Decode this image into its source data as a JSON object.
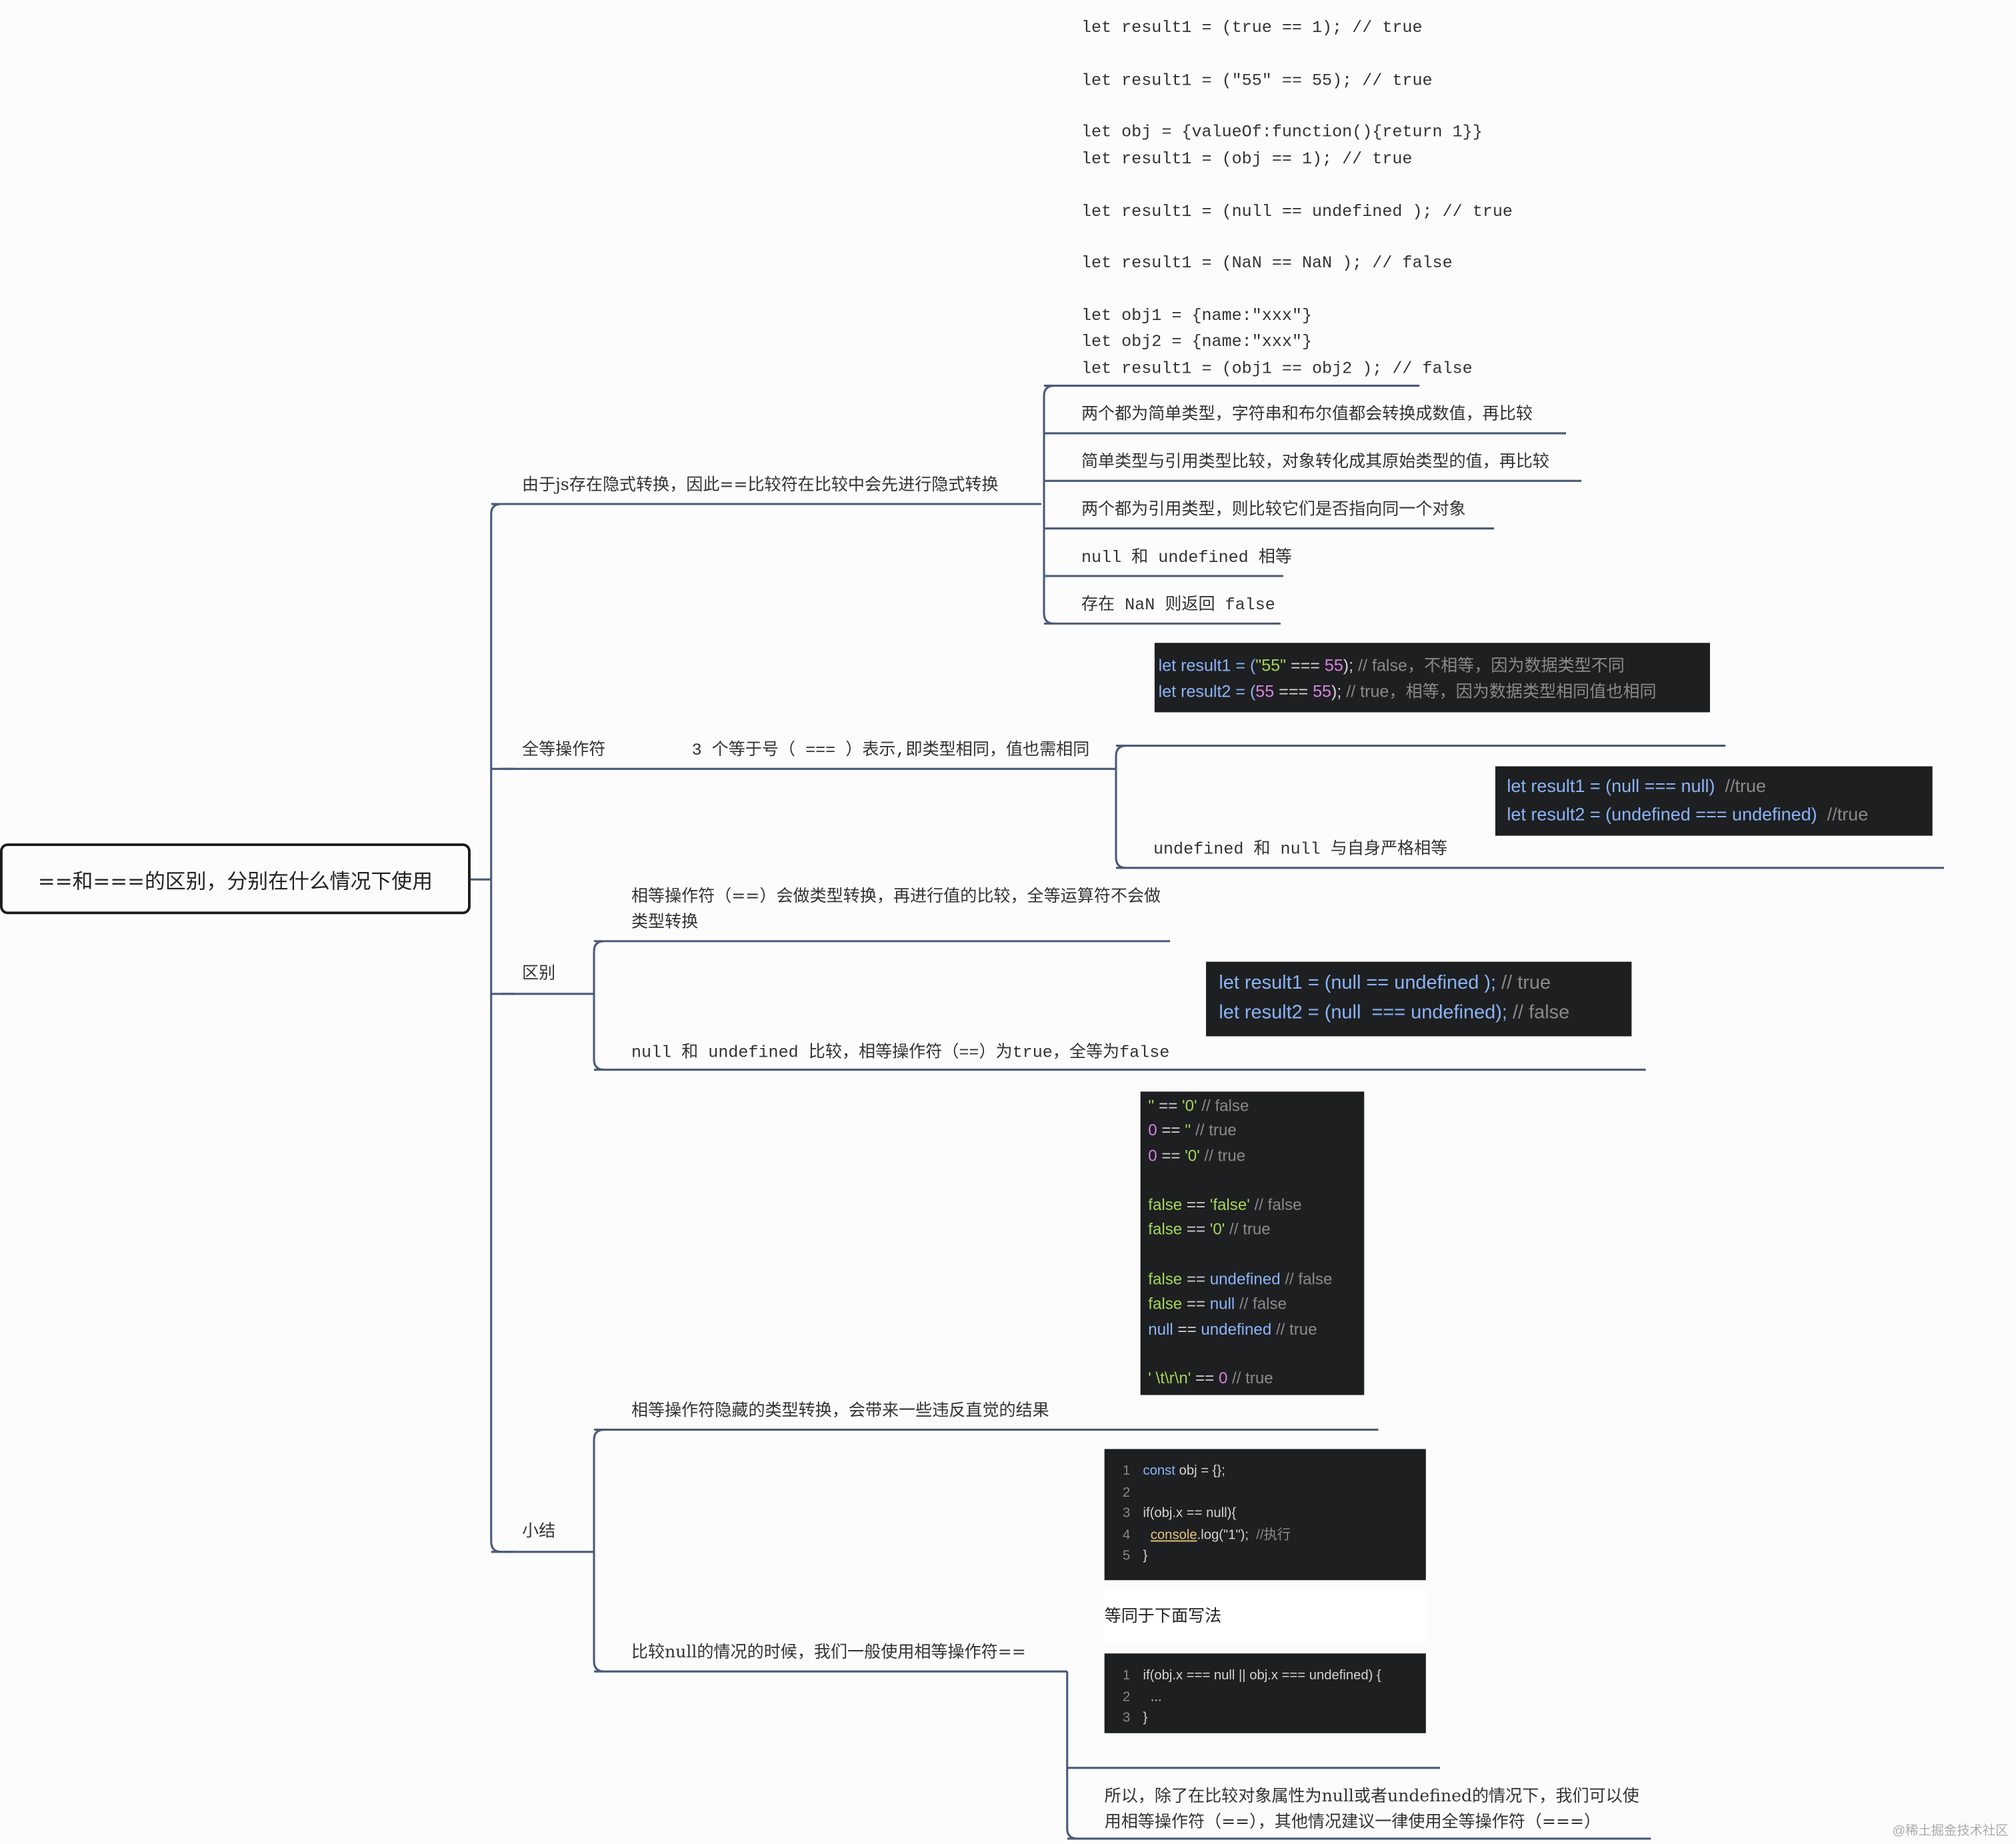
{
  "root": {
    "title": "==和===的区别，分别在什么情况下使用"
  },
  "branch1": {
    "label": "由于js存在隐式转换，因此==比较符在比较中会先进行隐式转换",
    "code_lines": [
      "let result1 = (true == 1); // true",
      "let result1 = (\"55\" == 55); // true",
      "let obj = {valueOf:function(){return 1}}",
      "let result1 = (obj == 1); // true",
      "let result1 = (null == undefined ); // true",
      "let result1 = (NaN == NaN ); // false",
      "let obj1 = {name:\"xxx\"}",
      "let obj2 = {name:\"xxx\"}",
      "let result1 = (obj1 == obj2 ); // false"
    ],
    "rules": [
      "两个都为简单类型，字符串和布尔值都会转换成数值，再比较",
      "简单类型与引用类型比较，对象转化成其原始类型的值，再比较",
      "两个都为引用类型，则比较它们是否指向同一个对象",
      "null 和 undefined 相等",
      "存在 NaN 则返回 false"
    ]
  },
  "branch2": {
    "label": "全等操作符",
    "desc": "3 个等于号（ === ）表示,即类型相同，值也需相同",
    "null_undef": "undefined 和 null 与自身严格相等",
    "code1": {
      "l1_pre": "let result1 = (",
      "l1_str": "\"55\"",
      "l1_op": " === ",
      "l1_num": "55",
      "l1_post": ");",
      "l1_cm": " // false，不相等，因为数据类型不同",
      "l2_pre": "let result2 = (",
      "l2_num1": "55",
      "l2_op": " === ",
      "l2_num2": "55",
      "l2_post": ");",
      "l2_cm": " // true，相等，因为数据类型相同值也相同"
    },
    "code2": {
      "l1_code": "let result1 = (null === null)",
      "l1_cm": "  //true",
      "l2_code": "let result2 = (undefined === undefined)",
      "l2_cm": "  //true"
    }
  },
  "branch3": {
    "label": "区别",
    "item1": "相等操作符（==）会做类型转换，再进行值的比较，全等运算符不会做类型转换",
    "item2": "null 和 undefined 比较，相等操作符（==）为true，全等为false",
    "code": {
      "l1_code": "let result1 = (null == undefined );",
      "l1_cm": " // true",
      "l2_code": "let result2 = (null  === undefined);",
      "l2_cm": " // false"
    }
  },
  "branch4": {
    "label": "小结",
    "item1": "相等操作符隐藏的类型转换，会带来一些违反直觉的结果",
    "item2": "比较null的情况的时候，我们一般使用相等操作符==",
    "conclusion": "所以，除了在比较对象属性为null或者undefined的情况下，我们可以使用相等操作符（==），其他情况建议一律使用全等操作符（===）",
    "equiv_label": "等同于下面写法",
    "examples": {
      "e1a": "''",
      "e1b": " == ",
      "e1c": "'0'",
      "e1d": " // false",
      "e2a": "0",
      "e2b": " == ",
      "e2c": "''",
      "e2d": " // true",
      "e3a": "0",
      "e3b": " == ",
      "e3c": "'0'",
      "e3d": " // true",
      "e4a": "false",
      "e4b": " == ",
      "e4c": "'false'",
      "e4d": " // false",
      "e5a": "false",
      "e5b": " == ",
      "e5c": "'0'",
      "e5d": " // true",
      "e6a": "false",
      "e6b": " == ",
      "e6c": "undefined",
      "e6d": " // false",
      "e7a": "false",
      "e7b": " == ",
      "e7c": "null",
      "e7d": " // false",
      "e8a": "null",
      "e8b": " == ",
      "e8c": "undefined",
      "e8d": " // true",
      "e9a": "' \\t\\r\\n'",
      "e9b": " == ",
      "e9c": "0",
      "e9d": " // true"
    },
    "code_a": {
      "n1": "1",
      "n2": "2",
      "n3": "3",
      "n4": "4",
      "n5": "5",
      "l1_kw": "const",
      "l1_rest": " obj = {};",
      "l3": "if(obj.x == null){",
      "l4_fn": "console",
      "l4_rest": ".log(\"1\");",
      "l4_cm": "  //执行",
      "l5": "}"
    },
    "code_b": {
      "n1": "1",
      "n2": "2",
      "n3": "3",
      "l1": "if(obj.x === null || obj.x === undefined) {",
      "l2": "  ...",
      "l3": "}"
    }
  },
  "watermark": "@稀土掘金技术社区"
}
